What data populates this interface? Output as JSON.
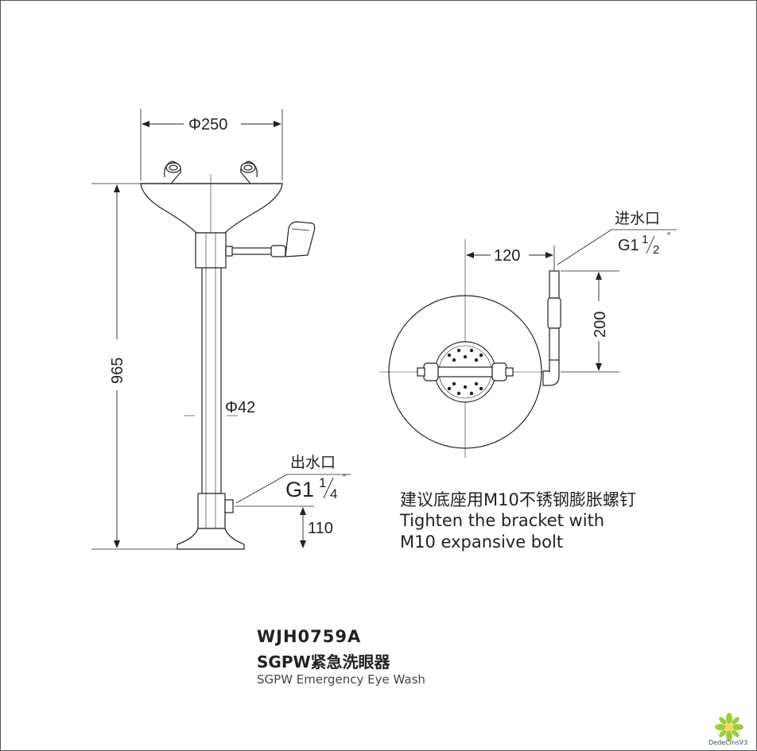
{
  "colors": {
    "line": "#222222",
    "fill": "#ffffff",
    "border": "#555555",
    "watermark_petal": "#9ccd3c"
  },
  "dimensions": {
    "basin_diameter": "Φ250",
    "height_total": "965",
    "pipe_diameter": "Φ42",
    "outlet_height": "110",
    "outlet_label": "出水口",
    "outlet_thread_prefix": "G1",
    "outlet_thread_num": "1",
    "outlet_thread_den": "4",
    "inlet_label": "进水口",
    "inlet_thread_prefix": "G1",
    "inlet_thread_num": "1",
    "inlet_thread_den": "2",
    "plan_offset": "120",
    "plan_height": "200"
  },
  "note": {
    "cn": "建议底座用M10不锈钢膨胀螺钉",
    "en_line1": "Tighten the bracket with",
    "en_line2": "M10 expansive bolt"
  },
  "title": {
    "model": "WJH0759A",
    "name_cn": "SGPW紧急洗眼器",
    "name_en": "SGPW Emergency Eye Wash"
  },
  "watermark": {
    "text": "DedeCmsV3"
  }
}
